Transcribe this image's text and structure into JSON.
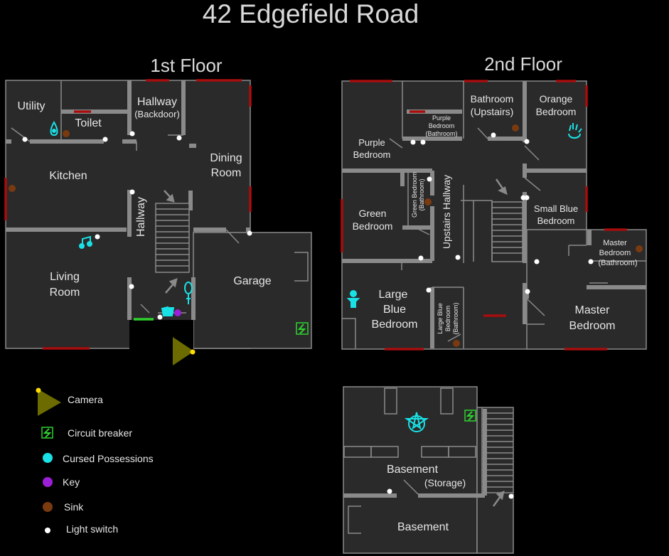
{
  "title": "42 Edgefield Road",
  "floors": {
    "first": "1st Floor",
    "second": "2nd Floor"
  },
  "rooms": {
    "utility": "Utility",
    "toilet": "Toilet",
    "hallway_backdoor_1": "Hallway",
    "hallway_backdoor_2": "(Backdoor)",
    "dining_1": "Dining",
    "dining_2": "Room",
    "kitchen": "Kitchen",
    "hallway": "Hallway",
    "living_1": "Living",
    "living_2": "Room",
    "garage": "Garage",
    "purple_bedroom_1": "Purple",
    "purple_bedroom_2": "Bedroom",
    "purple_bath_1": "Purple",
    "purple_bath_2": "Bedroom",
    "purple_bath_3": "(Bathroom)",
    "bathroom_up_1": "Bathroom",
    "bathroom_up_2": "(Upstairs)",
    "orange_bedroom_1": "Orange",
    "orange_bedroom_2": "Bedroom",
    "green_bath_1": "Green Bedroom",
    "green_bath_2": "(Bathroom)",
    "upstairs_hallway": "Upstairs Hallway",
    "green_bedroom_1": "Green",
    "green_bedroom_2": "Bedroom",
    "small_blue_1": "Small Blue",
    "small_blue_2": "Bedroom",
    "master_bath_1": "Master",
    "master_bath_2": "Bedroom",
    "master_bath_3": "(Bathroom)",
    "large_blue_1": "Large",
    "large_blue_2": "Blue",
    "large_blue_3": "Bedroom",
    "lb_bath_1": "Large  Blue",
    "lb_bath_2": "Bedroom",
    "lb_bath_3": "(Bathroom)",
    "master_bedroom_1": "Master",
    "master_bedroom_2": "Bedroom",
    "basement_storage_1": "Basement",
    "basement_storage_2": "(Storage)",
    "basement": "Basement"
  },
  "legend": [
    {
      "icon": "camera-icon",
      "label": "Camera",
      "color": "#6b6b00"
    },
    {
      "icon": "circuit-breaker-icon",
      "label": "Circuit breaker",
      "color": "#2fd12f"
    },
    {
      "icon": "cursed-possession-icon",
      "label": "Cursed Possessions",
      "color": "#19e1e6"
    },
    {
      "icon": "key-icon",
      "label": "Key",
      "color": "#9b1fd6"
    },
    {
      "icon": "sink-icon",
      "label": "Sink",
      "color": "#7a3a10"
    },
    {
      "icon": "light-switch-icon",
      "label": "Light switch",
      "color": "#ffffff"
    }
  ],
  "colors": {
    "room": "#2a2a2a",
    "wall": "#8a8a8a",
    "door": "#a80d0d",
    "front_door": "#2fd12f"
  }
}
